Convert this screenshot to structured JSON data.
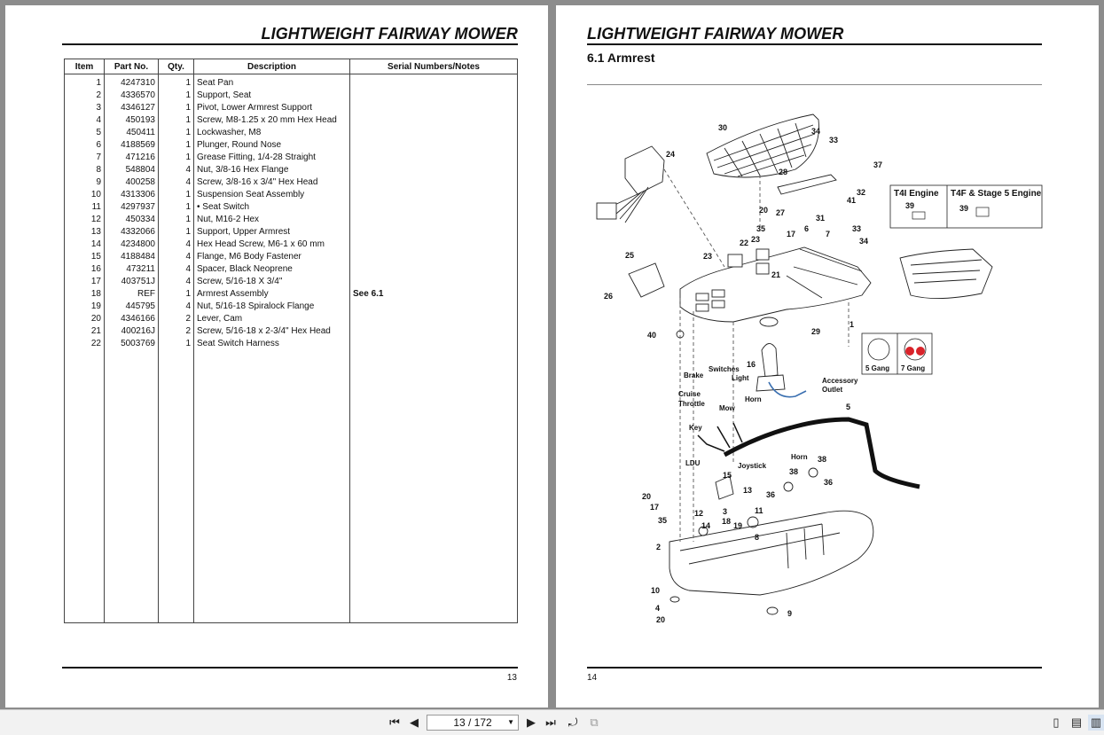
{
  "document": {
    "header_left": "LIGHTWEIGHT FAIRWAY MOWER",
    "header_right": "LIGHTWEIGHT FAIRWAY MOWER",
    "page_left_number": "13",
    "page_right_number": "14",
    "section_title": "6.1 Armrest"
  },
  "parts_table": {
    "columns": [
      "Item",
      "Part No.",
      "Qty.",
      "Description",
      "Serial Numbers/Notes"
    ],
    "rows": [
      {
        "item": "1",
        "part": "4247310",
        "qty": "1",
        "desc": "Seat Pan",
        "notes": ""
      },
      {
        "item": "2",
        "part": "4336570",
        "qty": "1",
        "desc": "Support, Seat",
        "notes": ""
      },
      {
        "item": "3",
        "part": "4346127",
        "qty": "1",
        "desc": "Pivot, Lower Armrest Support",
        "notes": ""
      },
      {
        "item": "4",
        "part": "450193",
        "qty": "1",
        "desc": "Screw, M8-1.25 x 20 mm Hex Head",
        "notes": ""
      },
      {
        "item": "5",
        "part": "450411",
        "qty": "1",
        "desc": "Lockwasher, M8",
        "notes": ""
      },
      {
        "item": "6",
        "part": "4188569",
        "qty": "1",
        "desc": "Plunger, Round Nose",
        "notes": ""
      },
      {
        "item": "7",
        "part": "471216",
        "qty": "1",
        "desc": "Grease Fitting, 1/4-28 Straight",
        "notes": ""
      },
      {
        "item": "8",
        "part": "548804",
        "qty": "4",
        "desc": "Nut, 3/8-16 Hex Flange",
        "notes": ""
      },
      {
        "item": "9",
        "part": "400258",
        "qty": "4",
        "desc": "Screw, 3/8-16 x 3/4\" Hex Head",
        "notes": ""
      },
      {
        "item": "10",
        "part": "4313306",
        "qty": "1",
        "desc": "Suspension Seat Assembly",
        "notes": ""
      },
      {
        "item": "11",
        "part": "4297937",
        "qty": "1",
        "desc": "•   Seat Switch",
        "notes": ""
      },
      {
        "item": "12",
        "part": "450334",
        "qty": "1",
        "desc": "Nut, M16-2 Hex",
        "notes": ""
      },
      {
        "item": "13",
        "part": "4332066",
        "qty": "1",
        "desc": "Support, Upper Armrest",
        "notes": ""
      },
      {
        "item": "14",
        "part": "4234800",
        "qty": "4",
        "desc": "Hex Head Screw, M6-1 x 60 mm",
        "notes": ""
      },
      {
        "item": "15",
        "part": "4188484",
        "qty": "4",
        "desc": "Flange, M6 Body Fastener",
        "notes": ""
      },
      {
        "item": "16",
        "part": "473211",
        "qty": "4",
        "desc": "Spacer, Black Neoprene",
        "notes": ""
      },
      {
        "item": "17",
        "part": "403751J",
        "qty": "4",
        "desc": "Screw, 5/16-18 X 3/4\"",
        "notes": ""
      },
      {
        "item": "18",
        "part": "REF",
        "qty": "1",
        "desc": "Armrest Assembly",
        "notes": "See 6.1"
      },
      {
        "item": "19",
        "part": "445795",
        "qty": "4",
        "desc": "Nut, 5/16-18 Spiralock Flange",
        "notes": ""
      },
      {
        "item": "20",
        "part": "4346166",
        "qty": "2",
        "desc": "Lever, Cam",
        "notes": ""
      },
      {
        "item": "21",
        "part": "400216J",
        "qty": "2",
        "desc": "Screw, 5/16-18 x 2-3/4\" Hex Head",
        "notes": ""
      },
      {
        "item": "22",
        "part": "5003769",
        "qty": "1",
        "desc": "Seat Switch Harness",
        "notes": ""
      }
    ]
  },
  "diagram": {
    "callouts": [
      "30",
      "34",
      "33",
      "24",
      "37",
      "28",
      "32",
      "41",
      "20",
      "27",
      "31",
      "35",
      "17",
      "6",
      "7",
      "33",
      "34",
      "22",
      "23",
      "23",
      "21",
      "25",
      "26",
      "1",
      "40",
      "29",
      "16",
      "5",
      "15",
      "13",
      "20",
      "17",
      "35",
      "12",
      "14",
      "3",
      "18",
      "19",
      "11",
      "8",
      "2",
      "10",
      "4",
      "20",
      "9",
      "38",
      "38",
      "36",
      "36"
    ],
    "text_labels": [
      "Brake",
      "Switches",
      "Light",
      "Cruise",
      "Throttle",
      "Horn",
      "Mow",
      "Key",
      "LDU",
      "Joystick",
      "Horn",
      "Accessory",
      "Outlet"
    ],
    "engine_box": {
      "left_title": "T4I Engine",
      "right_title": "T4F & Stage 5 Engine",
      "left_callout": "39",
      "right_callout": "39"
    },
    "gang_box": {
      "left": "5 Gang",
      "right": "7 Gang"
    },
    "colors": {
      "harness_wire": "#111111",
      "blue_wire": "#3a6fb0",
      "gang_red": "#d9232a"
    }
  },
  "toolbar": {
    "page_indicator": "13 / 172",
    "icons": [
      "first-page-icon",
      "previous-page-icon",
      "next-page-icon",
      "last-page-icon",
      "rotate-icon",
      "fit-page-icon",
      "single-page-icon",
      "continuous-page-icon",
      "two-page-icon"
    ]
  }
}
